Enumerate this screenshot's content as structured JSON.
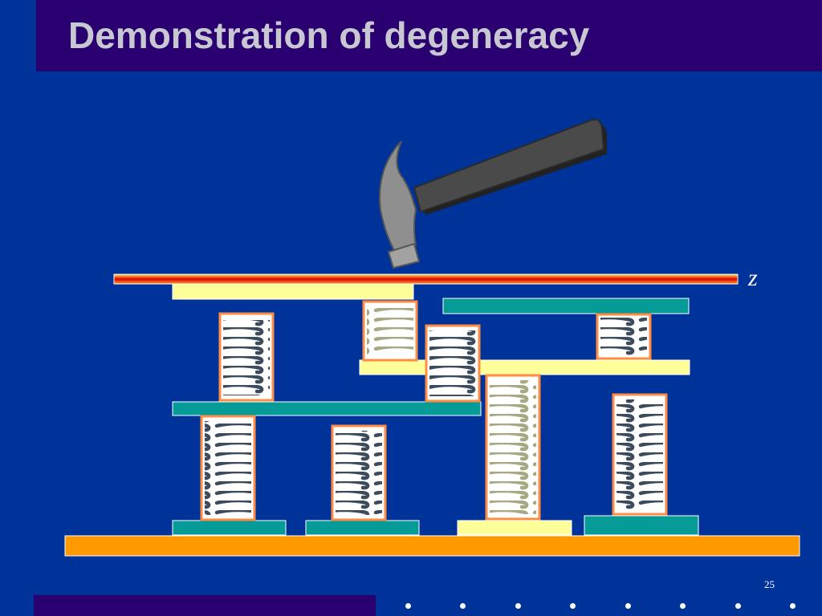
{
  "slide": {
    "title": "Demonstration of degeneracy",
    "variable_label": "z",
    "slide_number": "25"
  },
  "colors": {
    "background": "#003399",
    "title_bar": "#2a0070",
    "title_text": "#c8c8d2",
    "teal_plate": "#079b98",
    "cream_plate": "#ffff99",
    "base_plate": "#ff9900",
    "spring_border": "#ff8c42",
    "spring_dark": "#3d4c5c",
    "spring_light": "#a8a884",
    "hammer_head": "#8f8f8f",
    "hammer_handle": "#444444"
  },
  "icons": {
    "hammer": "hammer-icon",
    "spring": "spring-icon"
  }
}
